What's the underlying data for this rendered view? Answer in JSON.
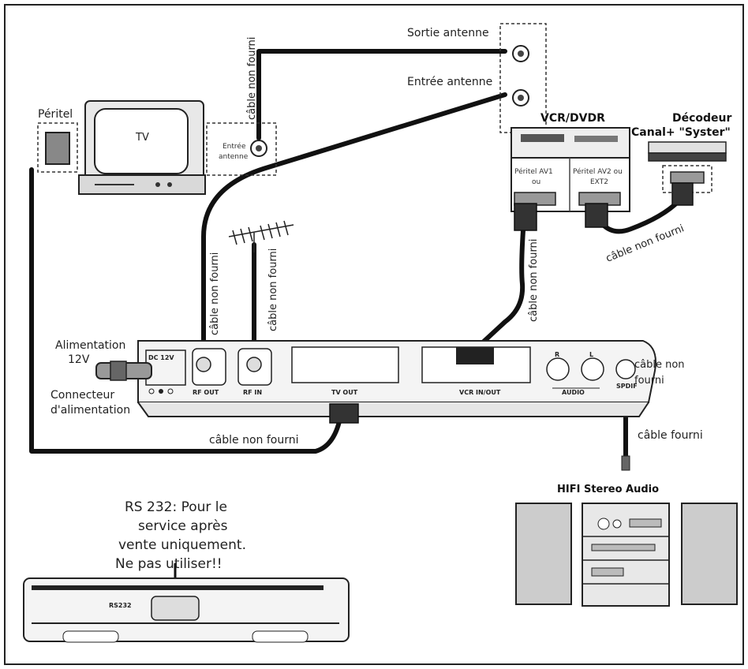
{
  "labels": {
    "peritel": "Péritel",
    "tv": "TV",
    "tv_antenna_in": [
      "Entrée",
      "antenne"
    ],
    "sortie_antenne": "Sortie antenne",
    "entree_antenne": "Entrée antenne",
    "vcr_dvdr": "VCR/DVDR",
    "decodeur_line1": "Décodeur",
    "decodeur_line2": "Canal+ \"Syster\"",
    "peritel_av1": [
      "Péritel AV1",
      "ou"
    ],
    "peritel_av2": [
      "Péritel AV2 ou",
      "EXT2"
    ],
    "alimentation": [
      "Alimentation",
      "12V"
    ],
    "connecteur": [
      "Connecteur",
      "d'alimentation"
    ],
    "dc12v": "DC 12V",
    "rf_out": "RF OUT",
    "rf_in": "RF IN",
    "tv_out": "TV OUT",
    "vcr_in_out": "VCR IN/OUT",
    "audio": "AUDIO",
    "audio_r": "R",
    "audio_l": "L",
    "spdif": "SPDIF",
    "hifi": "HIFI Stereo Audio",
    "rs232_note": [
      "RS 232: Pour le",
      "service après",
      "vente uniquement.",
      "Ne pas utiliser!!"
    ],
    "rs232_port": "RS232"
  },
  "cables": {
    "non_fourni": "câble non fourni",
    "non_fourni_overlay": [
      "câble non",
      "fourni"
    ],
    "fourni": "câble fourni"
  }
}
